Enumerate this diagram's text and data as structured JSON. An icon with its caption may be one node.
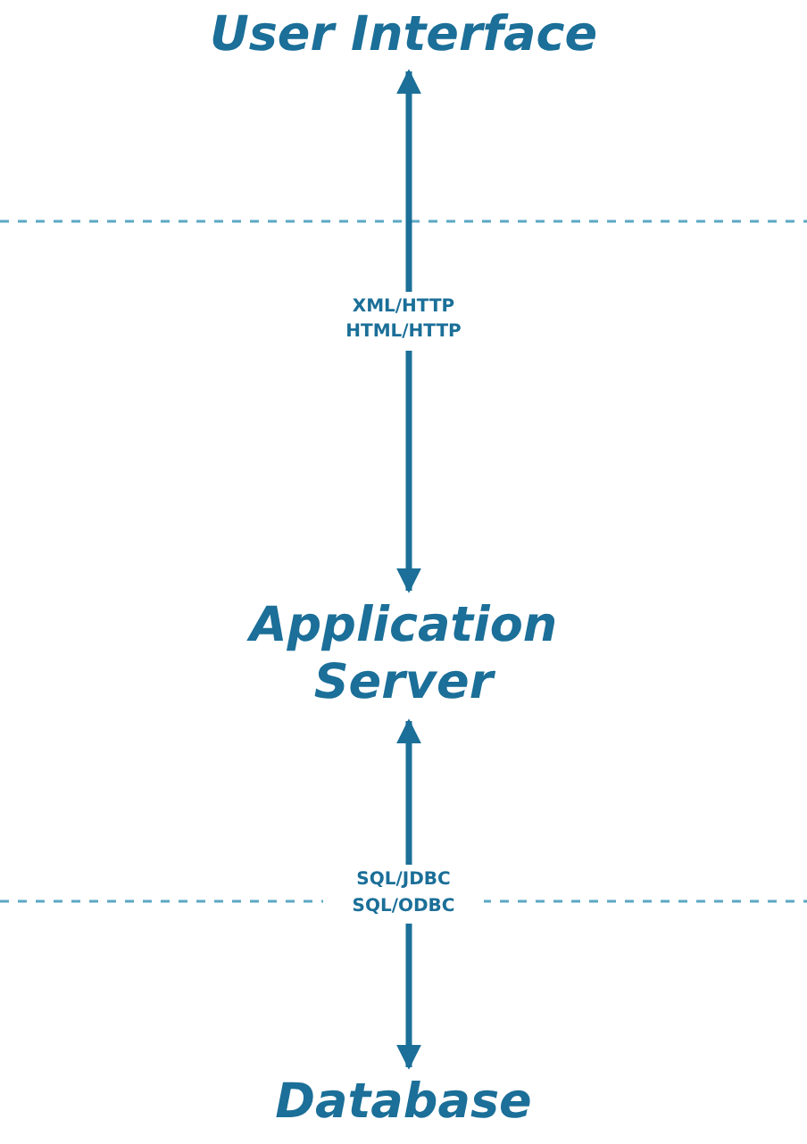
{
  "diagram": {
    "nodes": [
      {
        "text": [
          "User Interface"
        ]
      },
      {
        "text": [
          "Application Server"
        ]
      },
      {
        "text": [
          "Database"
        ]
      }
    ],
    "edges": [
      {
        "from": 0,
        "to": 1,
        "arrow": "both",
        "label": "XML/HTTP HTML/HTTP"
      },
      {
        "from": 1,
        "to": 2,
        "arrow": "both",
        "label": "SQL/JDBC SQL/ODBC"
      }
    ]
  }
}
